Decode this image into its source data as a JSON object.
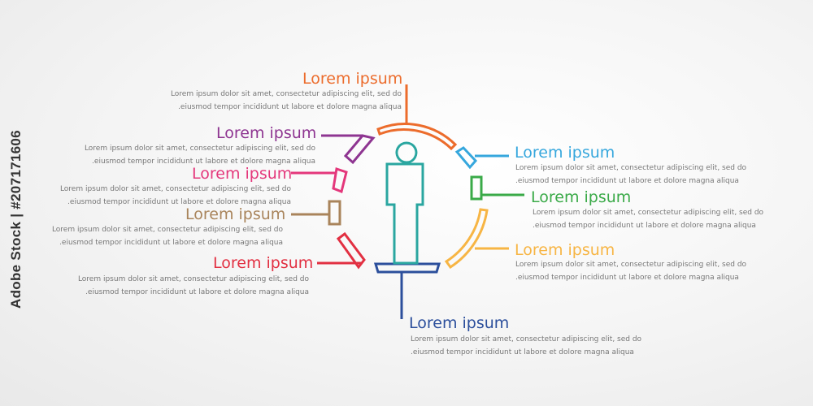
{
  "colors": {
    "orange": "#ec6c2c",
    "purple": "#8e3591",
    "pink": "#e4377b",
    "tan": "#a9845b",
    "red": "#e23042",
    "navy": "#2c4f9c",
    "sky": "#36a7dd",
    "green": "#3aaa48",
    "yellow": "#f7b544",
    "teal": "#2aa6a0"
  },
  "watermark": "Adobe Stock | #207171606",
  "items": [
    {
      "title": "Lorem ipsum",
      "line1": "Lorem ipsum dolor sit amet, consectetur adipiscing elit, sed do",
      "line2": ".eiusmod tempor incididunt ut labore et dolore magna aliqua"
    },
    {
      "title": "Lorem ipsum",
      "line1": "Lorem ipsum dolor sit amet, consectetur adipiscing elit, sed do",
      "line2": ".eiusmod tempor incididunt ut labore et dolore magna aliqua"
    },
    {
      "title": "Lorem ipsum",
      "line1": "Lorem ipsum dolor sit amet, consectetur adipiscing elit, sed do",
      "line2": ".eiusmod tempor incididunt ut labore et dolore magna aliqua"
    },
    {
      "title": "Lorem ipsum",
      "line1": "Lorem ipsum dolor sit amet, consectetur adipiscing elit, sed do",
      "line2": ".eiusmod tempor incididunt ut labore et dolore magna aliqua"
    },
    {
      "title": "Lorem ipsum",
      "line1": "Lorem ipsum dolor sit amet, consectetur adipiscing elit, sed do",
      "line2": ".eiusmod tempor incididunt ut labore et dolore magna aliqua"
    },
    {
      "title": "Lorem ipsum",
      "line1": "Lorem ipsum dolor sit amet, consectetur adipiscing elit, sed do",
      "line2": ".eiusmod tempor incididunt ut labore et dolore magna aliqua"
    },
    {
      "title": "Lorem ipsum",
      "line1": "Lorem ipsum dolor sit amet, consectetur adipiscing elit, sed do",
      "line2": ".eiusmod tempor incididunt ut labore et dolore magna aliqua"
    },
    {
      "title": "Lorem ipsum",
      "line1": "Lorem ipsum dolor sit amet, consectetur adipiscing elit, sed do",
      "line2": ".eiusmod tempor incididunt ut labore et dolore magna aliqua"
    },
    {
      "title": "Lorem ipsum",
      "line1": "Lorem ipsum dolor sit amet, consectetur adipiscing elit, sed do",
      "line2": ".eiusmod tempor incididunt ut labore et dolore magna aliqua"
    }
  ]
}
